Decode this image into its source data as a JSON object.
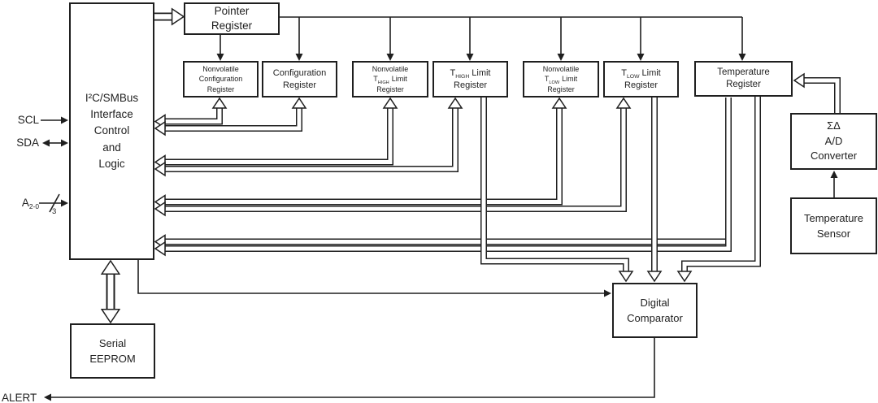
{
  "colors": {
    "line": "#1f1f1f",
    "background": "#ffffff",
    "text": "#1f1f1f"
  },
  "pins": {
    "scl": "SCL",
    "sda": "SDA",
    "addr": "A",
    "addr_sub": "2-0",
    "addr_bus_width": "3",
    "alert": "ALERT"
  },
  "blocks": {
    "interface": {
      "l1": "I²C/SMBus",
      "l2": "Interface",
      "l3": "Control",
      "l4": "and",
      "l5": "Logic"
    },
    "pointer": {
      "l1": "Pointer",
      "l2": "Register"
    },
    "nv_config": {
      "l1": "Nonvolatile",
      "l2": "Configuration",
      "l3": "Register"
    },
    "config": {
      "l1": "Configuration",
      "l2": "Register"
    },
    "nv_t_high": {
      "l1": "Nonvolatile",
      "pre": "T",
      "sub": "HIGH",
      "post": "Limit",
      "l3": "Register"
    },
    "t_high": {
      "pre": "T",
      "sub": "HIGH",
      "post": "Limit",
      "l2": "Register"
    },
    "nv_t_low": {
      "l1": "Nonvolatile",
      "pre": "T",
      "sub": "LOW",
      "post": "Limit",
      "l3": "Register"
    },
    "t_low": {
      "pre": "T",
      "sub": "LOW",
      "post": "Limit",
      "l2": "Register"
    },
    "temp_reg": {
      "l1": "Temperature",
      "l2": "Register"
    },
    "adc": {
      "l1": "ΣΔ",
      "l2": "A/D",
      "l3": "Converter"
    },
    "sensor": {
      "l1": "Temperature",
      "l2": "Sensor"
    },
    "comparator": {
      "l1": "Digital",
      "l2": "Comparator"
    },
    "eeprom": {
      "l1": "Serial",
      "l2": "EEPROM"
    }
  }
}
